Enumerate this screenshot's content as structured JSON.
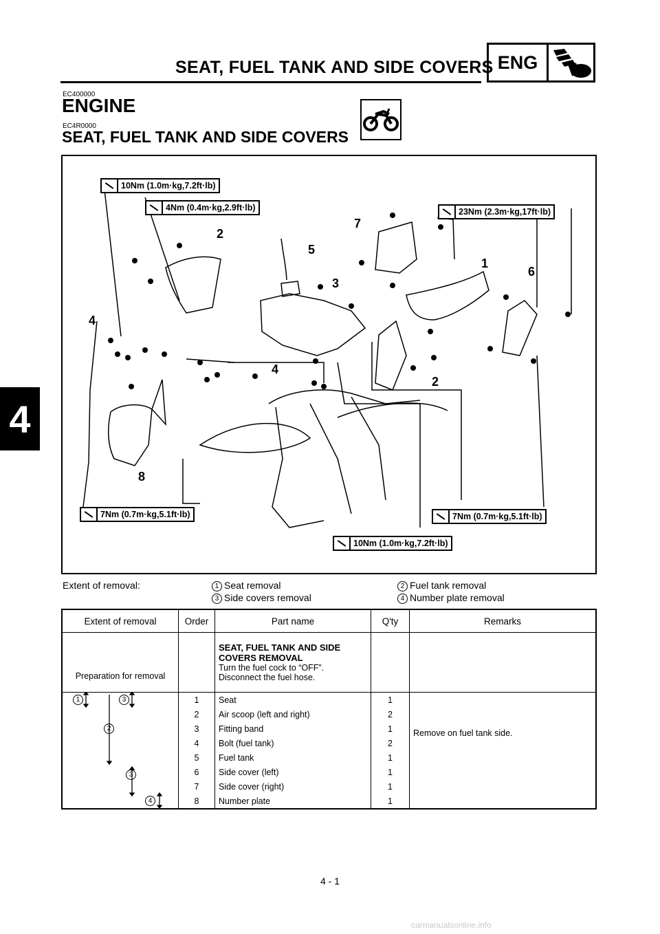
{
  "header": {
    "title": "SEAT, FUEL TANK AND SIDE COVERS",
    "section_tag": "ENG"
  },
  "codes": {
    "engine": "EC400000",
    "section": "EC4R0000"
  },
  "headings": {
    "engine": "ENGINE",
    "section": "SEAT, FUEL TANK AND SIDE COVERS"
  },
  "chapter_tab": "4",
  "diagram": {
    "torques": [
      "10Nm (1.0m·kg,7.2ft·lb)",
      "4Nm (0.4m·kg,2.9ft·lb)",
      "23Nm (2.3m·kg,17ft·lb)",
      "7Nm (0.7m·kg,5.1ft·lb)",
      "7Nm (0.7m·kg,5.1ft·lb)",
      "10Nm (1.0m·kg,7.2ft·lb)"
    ],
    "callouts": [
      "2",
      "7",
      "5",
      "3",
      "1",
      "6",
      "4",
      "4",
      "2",
      "8"
    ]
  },
  "extent": {
    "label": "Extent of removal:",
    "items": [
      {
        "num": "1",
        "text": "Seat removal"
      },
      {
        "num": "2",
        "text": "Fuel tank removal"
      },
      {
        "num": "3",
        "text": "Side covers removal"
      },
      {
        "num": "4",
        "text": "Number plate removal"
      }
    ]
  },
  "table": {
    "headers": [
      "Extent of removal",
      "Order",
      "Part name",
      "Q'ty",
      "Remarks"
    ],
    "prep": {
      "extent": "Preparation for removal",
      "title": "SEAT, FUEL TANK AND SIDE COVERS REMOVAL",
      "steps": [
        "Turn the fuel cock to “OFF”.",
        "Disconnect the fuel hose."
      ]
    },
    "rows": [
      {
        "order": "1",
        "part": "Seat",
        "qty": "1",
        "remarks": ""
      },
      {
        "order": "2",
        "part": "Air scoop (left and right)",
        "qty": "2",
        "remarks": ""
      },
      {
        "order": "3",
        "part": "Fitting band",
        "qty": "1",
        "remarks": "Remove on fuel tank side."
      },
      {
        "order": "4",
        "part": "Bolt (fuel tank)",
        "qty": "2",
        "remarks": ""
      },
      {
        "order": "5",
        "part": "Fuel tank",
        "qty": "1",
        "remarks": ""
      },
      {
        "order": "6",
        "part": "Side cover (left)",
        "qty": "1",
        "remarks": ""
      },
      {
        "order": "7",
        "part": "Side cover (right)",
        "qty": "1",
        "remarks": ""
      },
      {
        "order": "8",
        "part": "Number plate",
        "qty": "1",
        "remarks": ""
      }
    ],
    "range_markers": [
      "1",
      "3",
      "2",
      "3",
      "4"
    ]
  },
  "page_number": "4 - 1",
  "watermark": "carmanualsonline.info"
}
